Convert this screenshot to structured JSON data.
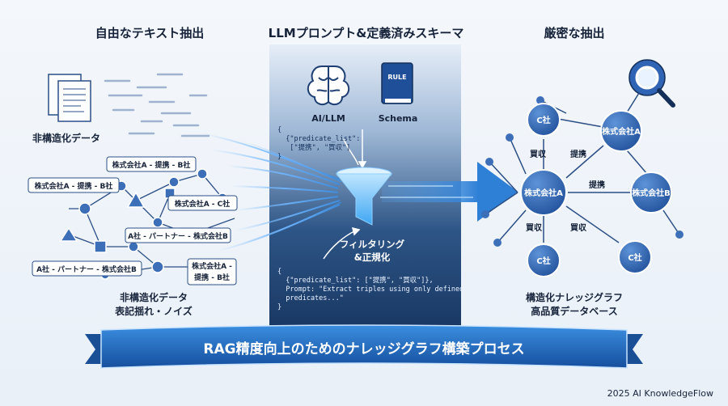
{
  "headings": {
    "left": "自由なテキスト抽出",
    "center": "LLMプロンプト&定義済みスキーマ",
    "right": "厳密な抽出"
  },
  "left": {
    "document_label": "非構造化データ",
    "caption_line1": "非構造化データ",
    "caption_line2": "表記揺れ・ノイズ",
    "boxes": [
      "株式会社A - 提携 - B社",
      "株式会社A - 提携 - B社",
      "株式会社A - C社",
      "A社 - パートナー - 株式会社B",
      "A社 - パートナー - 株式会社B",
      "株式会社A -",
      "提携 - B社"
    ]
  },
  "center": {
    "ai_label": "AI/LLM",
    "schema_label": "Schema",
    "rule_label": "RULE",
    "code_top": "{\n  {\"predicate_list\":\n   [\"提携\", \"買収\"]\n}",
    "funnel_line1": "フィルタリング",
    "funnel_line2": "&正規化",
    "code_bottom": "{\n  {\"predicate_list\": [\"提携\", \"買収\"]},\n  Prompt: \"Extract triples using only defined\n  predicates...\"\n}"
  },
  "right": {
    "nodes": [
      "株式会社A",
      "C社",
      "株式会社A",
      "株式会社B",
      "C社",
      "C社"
    ],
    "edges": [
      "買収",
      "提携",
      "提携",
      "買収",
      "買収"
    ],
    "caption_line1": "構造化ナレッジグラフ",
    "caption_line2": "高品質データベース"
  },
  "banner": "RAG精度向上のためのナレッジグラフ構築プロセス",
  "footer": "2025 AI KnowledgeFlow",
  "colors": {
    "navy": "#14305a",
    "node_blue": "#2f63b3",
    "accent": "#2e7fd6",
    "text": "#16233a"
  }
}
